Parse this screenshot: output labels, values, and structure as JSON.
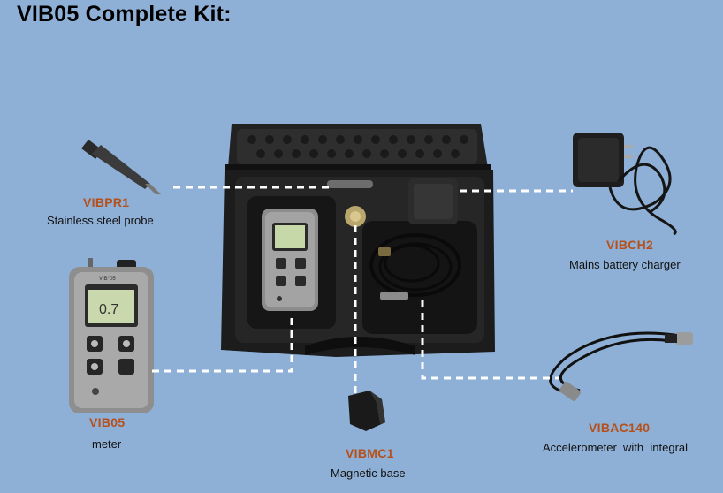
{
  "title": "VIB05 Complete Kit:",
  "meter_screen": {
    "header": "VIB°05",
    "value": "0.7"
  },
  "items": {
    "probe": {
      "code": "VIBPR1",
      "description": "Stainless steel probe"
    },
    "charger": {
      "code": "VIBCH2",
      "description": "Mains battery charger"
    },
    "meter": {
      "code": "VIB05",
      "description": "meter"
    },
    "magnetic_base": {
      "code": "VIBMC1",
      "description": "Magnetic base"
    },
    "accelerometer": {
      "code": "VIBAC140",
      "description": "Accelerometer  with  integral"
    }
  },
  "colors": {
    "background": "#8fb0d6",
    "code_text": "#b5501b",
    "case": "#1c1c1c",
    "connector_line": "#ffffff"
  }
}
